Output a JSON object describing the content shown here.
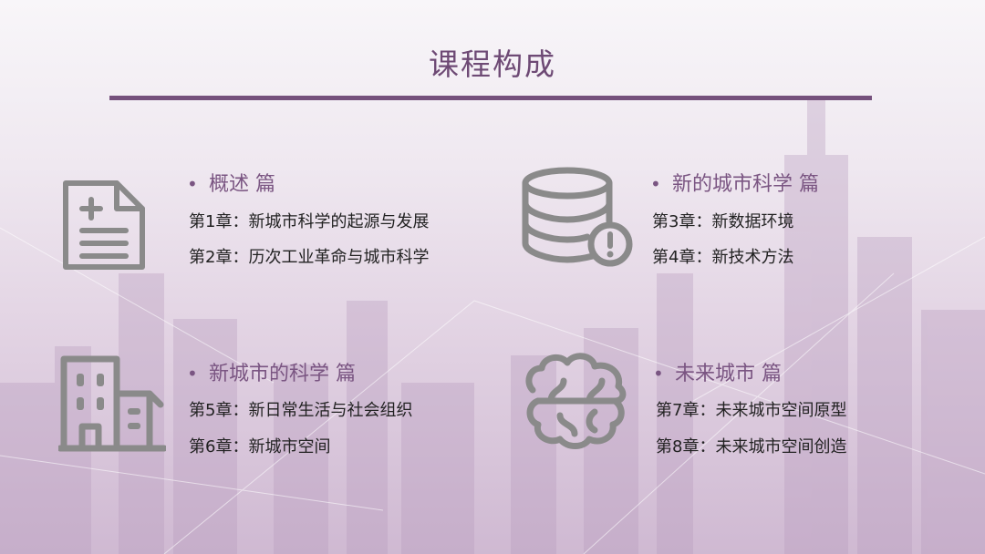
{
  "slide": {
    "title": "课程构成",
    "accent_color": "#75507c",
    "heading_color": "#7a5582",
    "icon_color": "#8a8a8a"
  },
  "sections": [
    {
      "bullet": "•",
      "heading": "概述 篇",
      "icon": "document-list-icon",
      "chapters": [
        "第1章：新城市科学的起源与发展",
        "第2章：历次工业革命与城市科学"
      ]
    },
    {
      "bullet": "•",
      "heading": "新的城市科学 篇",
      "icon": "database-alert-icon",
      "chapters": [
        "第3章：新数据环境",
        "第4章：新技术方法"
      ]
    },
    {
      "bullet": "•",
      "heading": "新城市的科学 篇",
      "icon": "building-icon",
      "chapters": [
        "第5章：新日常生活与社会组织",
        "第6章：新城市空间"
      ]
    },
    {
      "bullet": "•",
      "heading": "未来城市 篇",
      "icon": "cloud-brain-icon",
      "chapters": [
        "第7章：未来城市空间原型",
        "第8章：未来城市空间创造"
      ]
    }
  ]
}
